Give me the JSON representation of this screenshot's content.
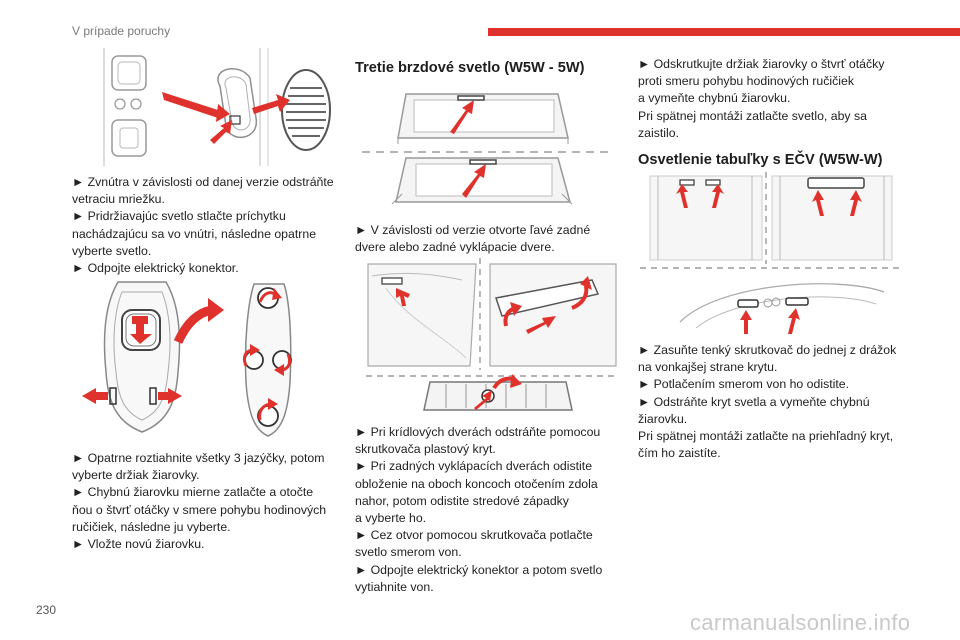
{
  "header": {
    "section_title": "V prípade poruchy",
    "accent_color": "#e0322d"
  },
  "footer": {
    "page_number": "230",
    "watermark": "carmanualsonline.info"
  },
  "column1": {
    "block1": [
      "► Zvnútra v závislosti od danej verzie odstráňte",
      "vetraciu mriežku.",
      "► Pridržiavajúc svetlo stlačte príchytku",
      "nachádzajúcu sa vo vnútri, následne opatrne",
      "vyberte svetlo.",
      "► Odpojte elektrický konektor."
    ],
    "block2": [
      "► Opatrne roztiahnite všetky 3 jazýčky, potom",
      "vyberte držiak žiarovky.",
      "► Chybnú žiarovku mierne zatlačte a otočte",
      "ňou o štvrť otáčky v smere pohybu hodinových",
      "ručičiek, následne ju vyberte.",
      "► Vložte novú žiarovku."
    ]
  },
  "column2": {
    "heading": "Tretie brzdové svetlo (W5W - 5W)",
    "block1": [
      "► V závislosti od verzie otvorte ľavé zadné",
      "dvere alebo zadné vyklápacie dvere."
    ],
    "block2": [
      "► Pri krídlových dverách odstráňte pomocou",
      "skrutkovača plastový kryt.",
      "► Pri zadných vyklápacích dverách odistite",
      "obloženie na oboch koncoch otočením zdola",
      "nahor, potom odistite stredové západky",
      "a vyberte ho.",
      "► Cez otvor pomocou skrutkovača potlačte",
      "svetlo smerom von.",
      "► Odpojte elektrický konektor a potom svetlo",
      "vytiahnite von."
    ]
  },
  "column3": {
    "block1": [
      "► Odskrutkujte držiak žiarovky o štvrť otáčky",
      "proti smeru pohybu hodinových ručičiek",
      "a vymeňte chybnú žiarovku.",
      "Pri spätnej montáži zatlačte svetlo, aby sa",
      "zaistilo."
    ],
    "heading": "Osvetlenie tabuľky s EČV (W5W-W)",
    "block2": [
      "► Zasuňte tenký skrutkovač do jednej z drážok",
      "na vonkajšej strane krytu.",
      "► Potlačením smerom von ho odistite.",
      "► Odstráňte kryt svetla a vymeňte chybnú",
      "žiarovku.",
      "Pri spätnej montáži zatlačte na priehľadný kryt,",
      "čím ho zaistíte."
    ]
  }
}
